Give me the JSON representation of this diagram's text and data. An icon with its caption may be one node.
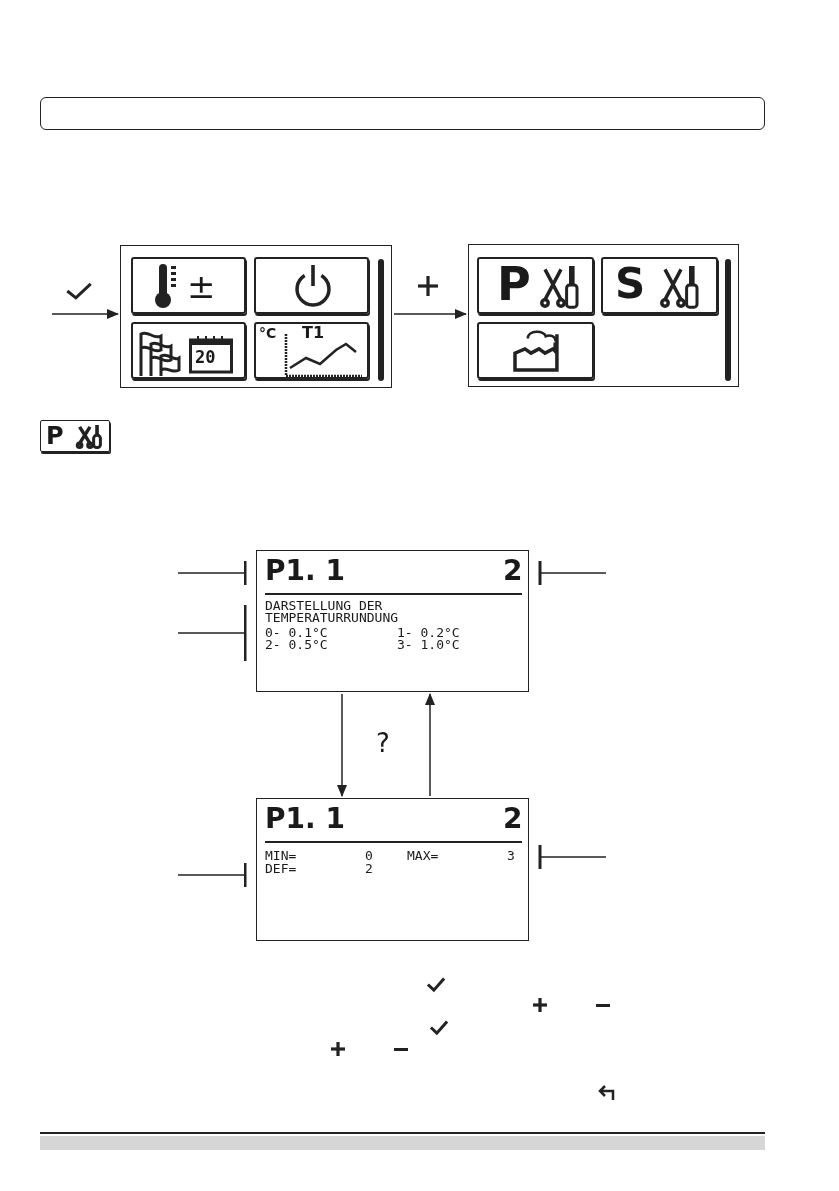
{
  "diagram": {
    "nodes": [
      {
        "text": [
          "±",
          "20",
          "°C",
          "T1"
        ]
      },
      {
        "text": [
          "P",
          "S"
        ]
      },
      {
        "text": [
          "P1. 1",
          "2",
          "DARSTELLUNG DER TEMPERATURRUNDUNG",
          "0- 0.1°C",
          "1- 0.2°C",
          "2- 0.5°C",
          "3- 1.0°C"
        ]
      },
      {
        "text": [
          "P1. 1",
          "2",
          "MIN=",
          "0",
          "MAX=",
          "3",
          "DEF=",
          "2"
        ]
      }
    ],
    "edges": [
      {
        "from": null,
        "to": 0,
        "arrow": "to"
      },
      {
        "from": 0,
        "to": 1,
        "arrow": "to"
      },
      {
        "from": 2,
        "to": 3,
        "arrow": "to"
      },
      {
        "from": 3,
        "to": 2,
        "arrow": "to"
      },
      {
        "from": null,
        "to": 2,
        "arrow": "other"
      },
      {
        "from": null,
        "to": 2,
        "arrow": "other"
      },
      {
        "from": null,
        "to": 2,
        "arrow": "other"
      },
      {
        "from": null,
        "to": 3,
        "arrow": "other"
      },
      {
        "from": null,
        "to": 3,
        "arrow": "other"
      }
    ],
    "labels": [
      "P",
      "?"
    ]
  }
}
